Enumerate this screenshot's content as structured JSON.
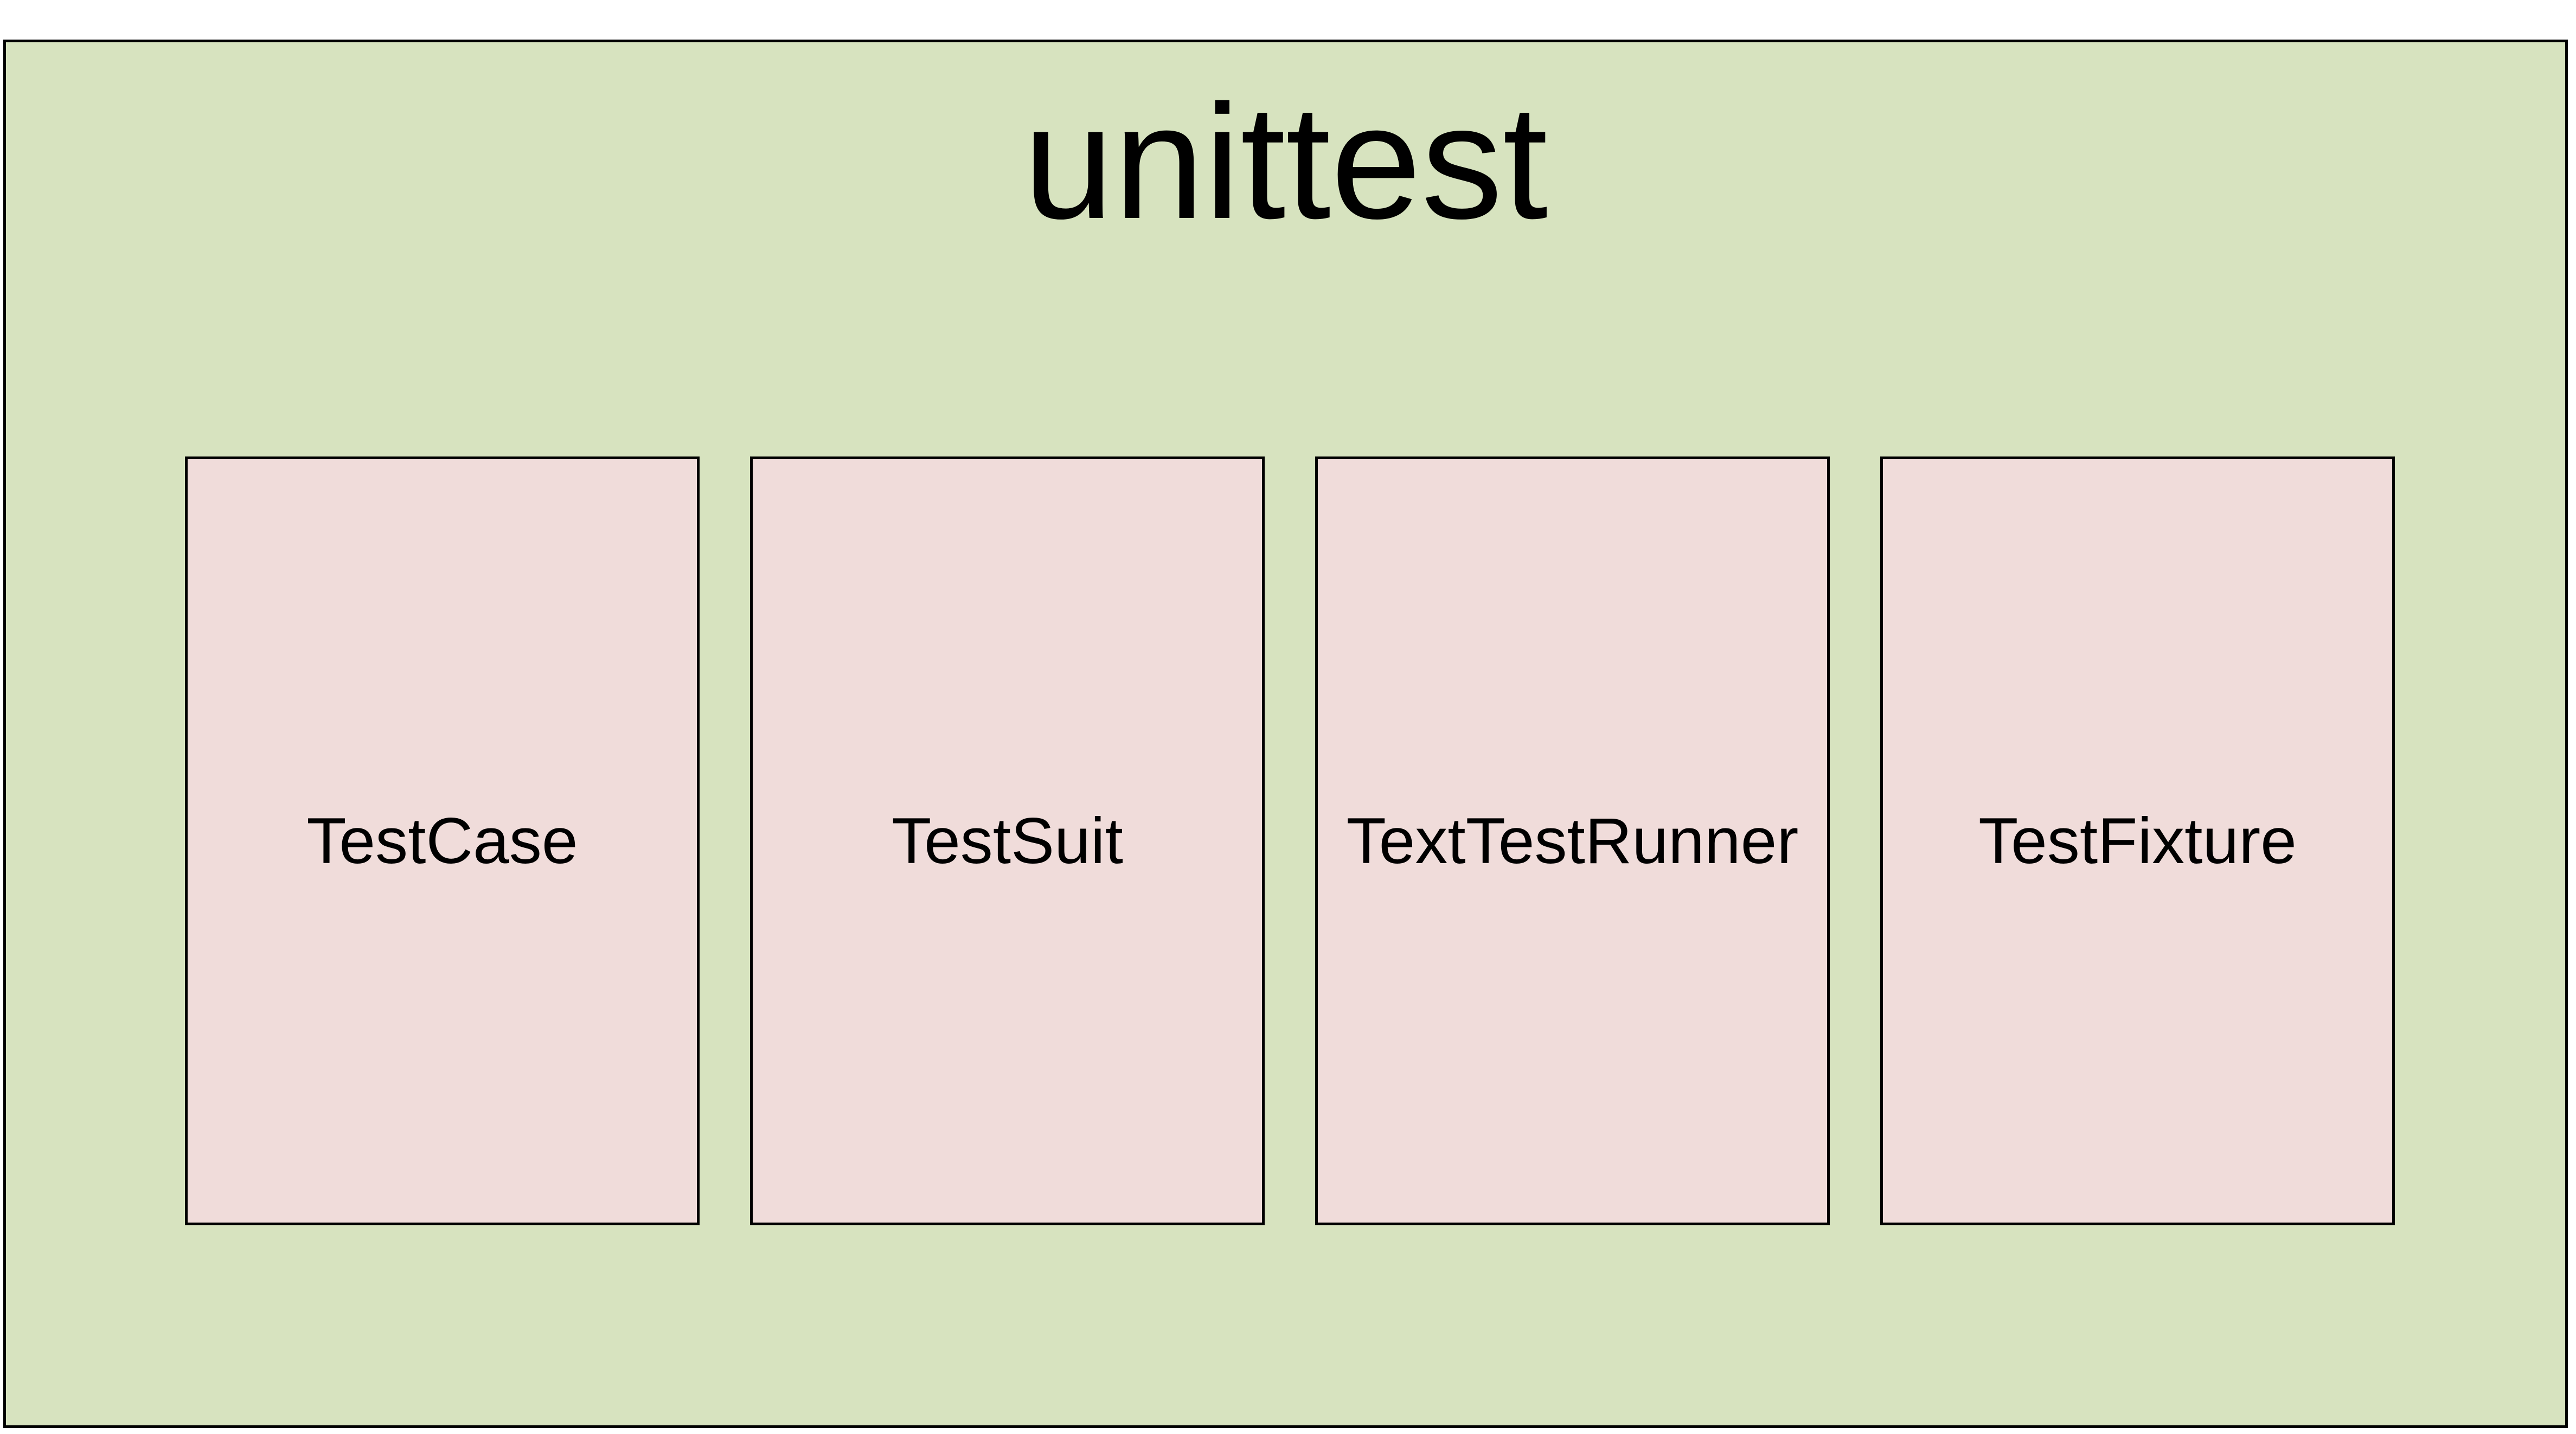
{
  "diagram": {
    "title": "unittest",
    "modules": [
      {
        "label": "TestCase"
      },
      {
        "label": "TestSuit"
      },
      {
        "label": "TextTestRunner"
      },
      {
        "label": "TestFixture"
      }
    ]
  },
  "colors": {
    "container_fill": "#d7e3bf",
    "module_fill": "#f0dcda",
    "border": "#000000",
    "text": "#000000"
  }
}
